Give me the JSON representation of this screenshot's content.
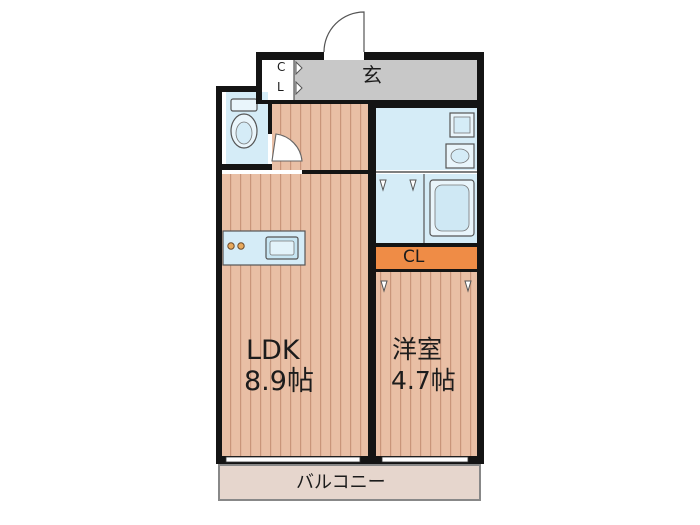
{
  "rooms": {
    "entrance": {
      "label": "玄"
    },
    "closet_entry": {
      "label_top": "C",
      "label_bottom": "L"
    },
    "ldk": {
      "name": "LDK",
      "size": "8.9帖"
    },
    "bedroom": {
      "name": "洋室",
      "size": "4.7帖"
    },
    "closet": {
      "label": "CL"
    },
    "balcony": {
      "label": "バルコニー"
    }
  },
  "colors": {
    "floor_wood": "#e9bfa5",
    "floor_stripe": "#c9957a",
    "wet_area": "#d5ecf7",
    "entrance_floor": "#c8c8c8",
    "closet": "#ef8c46",
    "balcony": "#e6d6cd",
    "wall": "#141414"
  }
}
